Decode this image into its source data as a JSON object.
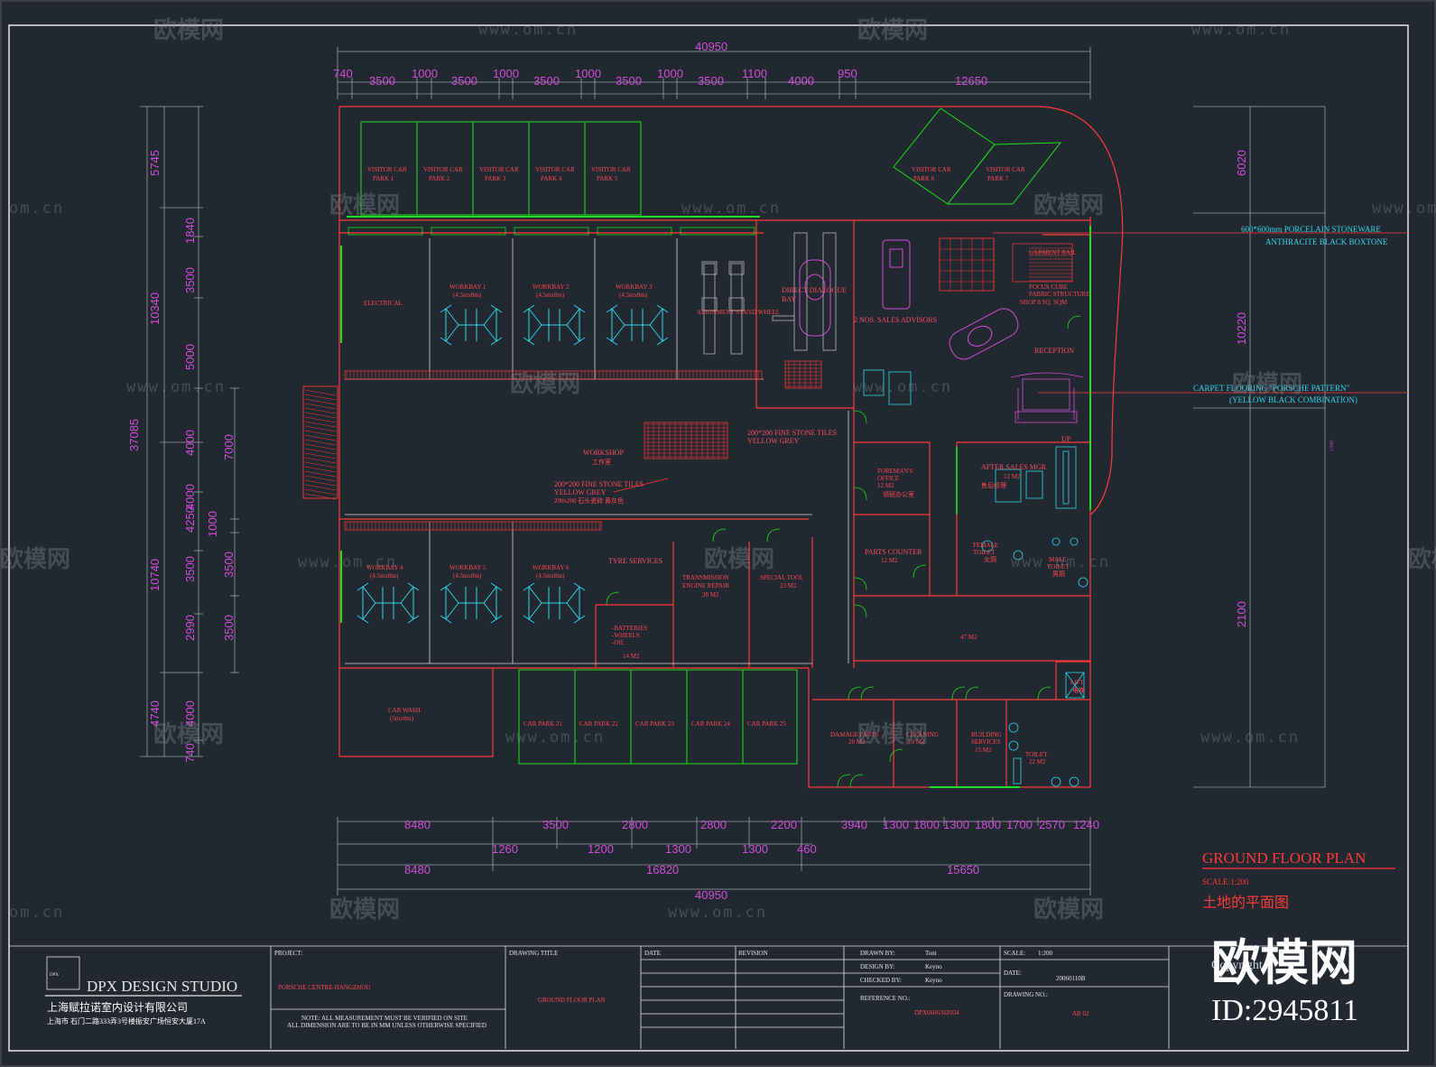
{
  "watermark": {
    "brand": "欧模网",
    "url": "www.om.cn",
    "url_short": "om.cn",
    "id": "ID:2945811",
    "copyright": "Copyright"
  },
  "dims_top": {
    "overall": "40950",
    "upper": [
      "740",
      "1000",
      "1000",
      "1000",
      "1000",
      "1100",
      "950"
    ],
    "lower": [
      "3500",
      "3500",
      "3500",
      "3500",
      "3500",
      "4000",
      "12650"
    ]
  },
  "dims_left": {
    "total": "37085",
    "level1": [
      "5745",
      "10340",
      "10740",
      "4740"
    ],
    "level2": [
      "1840",
      "3500",
      "5000",
      "4000",
      "4000",
      "4250",
      "3500",
      "2990",
      "4000",
      "740"
    ],
    "level3": [
      "7000",
      "1000",
      "3500",
      "3500"
    ]
  },
  "dims_right": [
    "6020",
    "10220",
    "2100"
  ],
  "dims_right_small": "37085",
  "dims_bottom": {
    "row1": [
      "8480",
      "3500",
      "2800",
      "2800",
      "2200",
      "3940",
      "1300",
      "1800",
      "1300",
      "1800",
      "1700",
      "2570",
      "1240"
    ],
    "row2": [
      "1260",
      "1200",
      "1300",
      "1300",
      "460"
    ],
    "row3": [
      "8480",
      "16820",
      "15650"
    ],
    "overall": "40950"
  },
  "rooms": {
    "visitor_parks": [
      "VISITOR CAR PARK 1",
      "VISITOR CAR PARK 2",
      "VISITOR CAR PARK 3",
      "VISITOR CAR PARK 4",
      "VISITOR CAR PARK 5"
    ],
    "visitor_parks_angled": [
      "VISITOR CAR PARK 6",
      "VISITOR CAR PARK 7"
    ],
    "electrical": "ELECTRICAL",
    "workbays_top": [
      "WORKBAY 1",
      "WORKBAY 2",
      "WORKBAY 3"
    ],
    "workbay_size": "(4.5mx8m)",
    "alignment": "ALIGNMENT STAND WHEEL",
    "direct_dialogue": "DIRECT DIALOGUE BAY",
    "sales_advisors": "2 NOS. SALES ADVISORS",
    "garment_rail": "GARMENT RAIL",
    "focus_cube": "FOCUS CUBE FABRIC STRUCTURE",
    "shop": "SHOP 8 SQ. SQM",
    "reception": "RECEPTION",
    "stone_tiles": "200*200 FINE STONE TILES YELLOW GREY",
    "workshop_en": "WORKSHOP",
    "workshop_cn": "工作室",
    "stone_tiles2": "200*200 FINE STONE TILES YELLOW GREY",
    "stone_tiles2_cn": "200x200 石头瓷砖 黄灰色",
    "foremans": "FOREMAN'S OFFICE",
    "foremans_area": "12 M2",
    "foremans_cn": "领班办公室",
    "after_sales": "AFTER SALES MGR",
    "after_sales_area": "12 M2",
    "after_sales_cn": "售后经理",
    "up": "UP",
    "female_toilet": "FEMALE TOILET",
    "female_cn": "女厕",
    "male_toilet": "MALE TOILET",
    "male_cn": "男厕",
    "parts_counter": "PARTS COUNTER",
    "parts_area": "12 M2",
    "workbays_bottom": [
      "WORKBAY 4",
      "WORKBAY 5",
      "WORKBAY 6"
    ],
    "tyre": "TYRE SERVICES",
    "transmission": "TRANSMISSION ENGINE REPAIR",
    "transmission_area": "28 M2",
    "special_tool": "SPECIAL TOOL",
    "special_area": "23 M2",
    "batteries": "-BATTERIES -WHEELS -OIL",
    "batteries_area": "14 M2",
    "area47": "47 M2",
    "car_wash": "CAR WASH",
    "car_wash_size": "(5mx8m)",
    "car_parks": [
      "CAR PARK 21",
      "CAR PARK 22",
      "CAR PARK 23",
      "CAR PARK 24",
      "CAR PARK 25"
    ],
    "damage": "DAMAGE PARTS",
    "damage_area": "20 M2",
    "cleaning": "CLEANING",
    "cleaning_area": "10 M2",
    "building": "BUILDING SERVICES",
    "building_area": "15 M2",
    "toilet": "TOILET",
    "toilet_area": "22 M2",
    "lift": "LIFT",
    "lift_cn": "电梯"
  },
  "annotations": {
    "porcelain_line1": "600*600mm PORCELAIN STONEWARE",
    "porcelain_line2": "ANTHRACITE BLACK BOXTONE",
    "carpet_line1": "CARPET FLOORING \"PORSCHE PATTERN\"",
    "carpet_line2": "(YELLOW BLACK COMBINATION)"
  },
  "plan_title": {
    "title": "GROUND FLOOR PLAN",
    "scale": "SCALE:1:200",
    "cn": "土地的平面图"
  },
  "title_block": {
    "studio": "DPX DESIGN STUDIO",
    "company_cn": "上海赋拉诺室内设计有限公司",
    "address_cn": "上海市 石门二路333弄3号楼振安广场恒安大厦17A",
    "project_label": "PROJECT:",
    "project": "PORSCHE CENTRE-HANGZHOU",
    "note1": "NOTE: ALL MEASUREMENT MUST BE VERIFIED ON SITE",
    "note2": "ALL DIMENSION ARE TO BE IN MM UNLESS OTHERWISE SPECIFIED",
    "drawing_title_label": "DRAWING TITLE",
    "drawing_title": "GROUND FLOOR PLAN",
    "date_label": "DATE",
    "revision_label": "REVISION",
    "drawn_by_label": "DRAWN BY:",
    "drawn_by": "Toni",
    "design_by_label": "DESIGN BY:",
    "design_by": "Keyno",
    "checked_by_label": "CHECKED BY:",
    "checked_by": "Keyno",
    "reference_label": "REFERENCE NO.:",
    "reference": "DPX0606/HZ034",
    "scale_label": "SCALE:",
    "scale": "1:200",
    "date2_label": "DATE:",
    "date2": "20060110B",
    "drawing_no_label": "DRAWING NO.:",
    "drawing_no": "AR 02"
  },
  "colors": {
    "background": "#212830",
    "wall": "#ff3a3a",
    "green": "#20e020",
    "cyan": "#33d6e8",
    "magenta": "#d04fd8",
    "grey": "#9aa0a6"
  }
}
